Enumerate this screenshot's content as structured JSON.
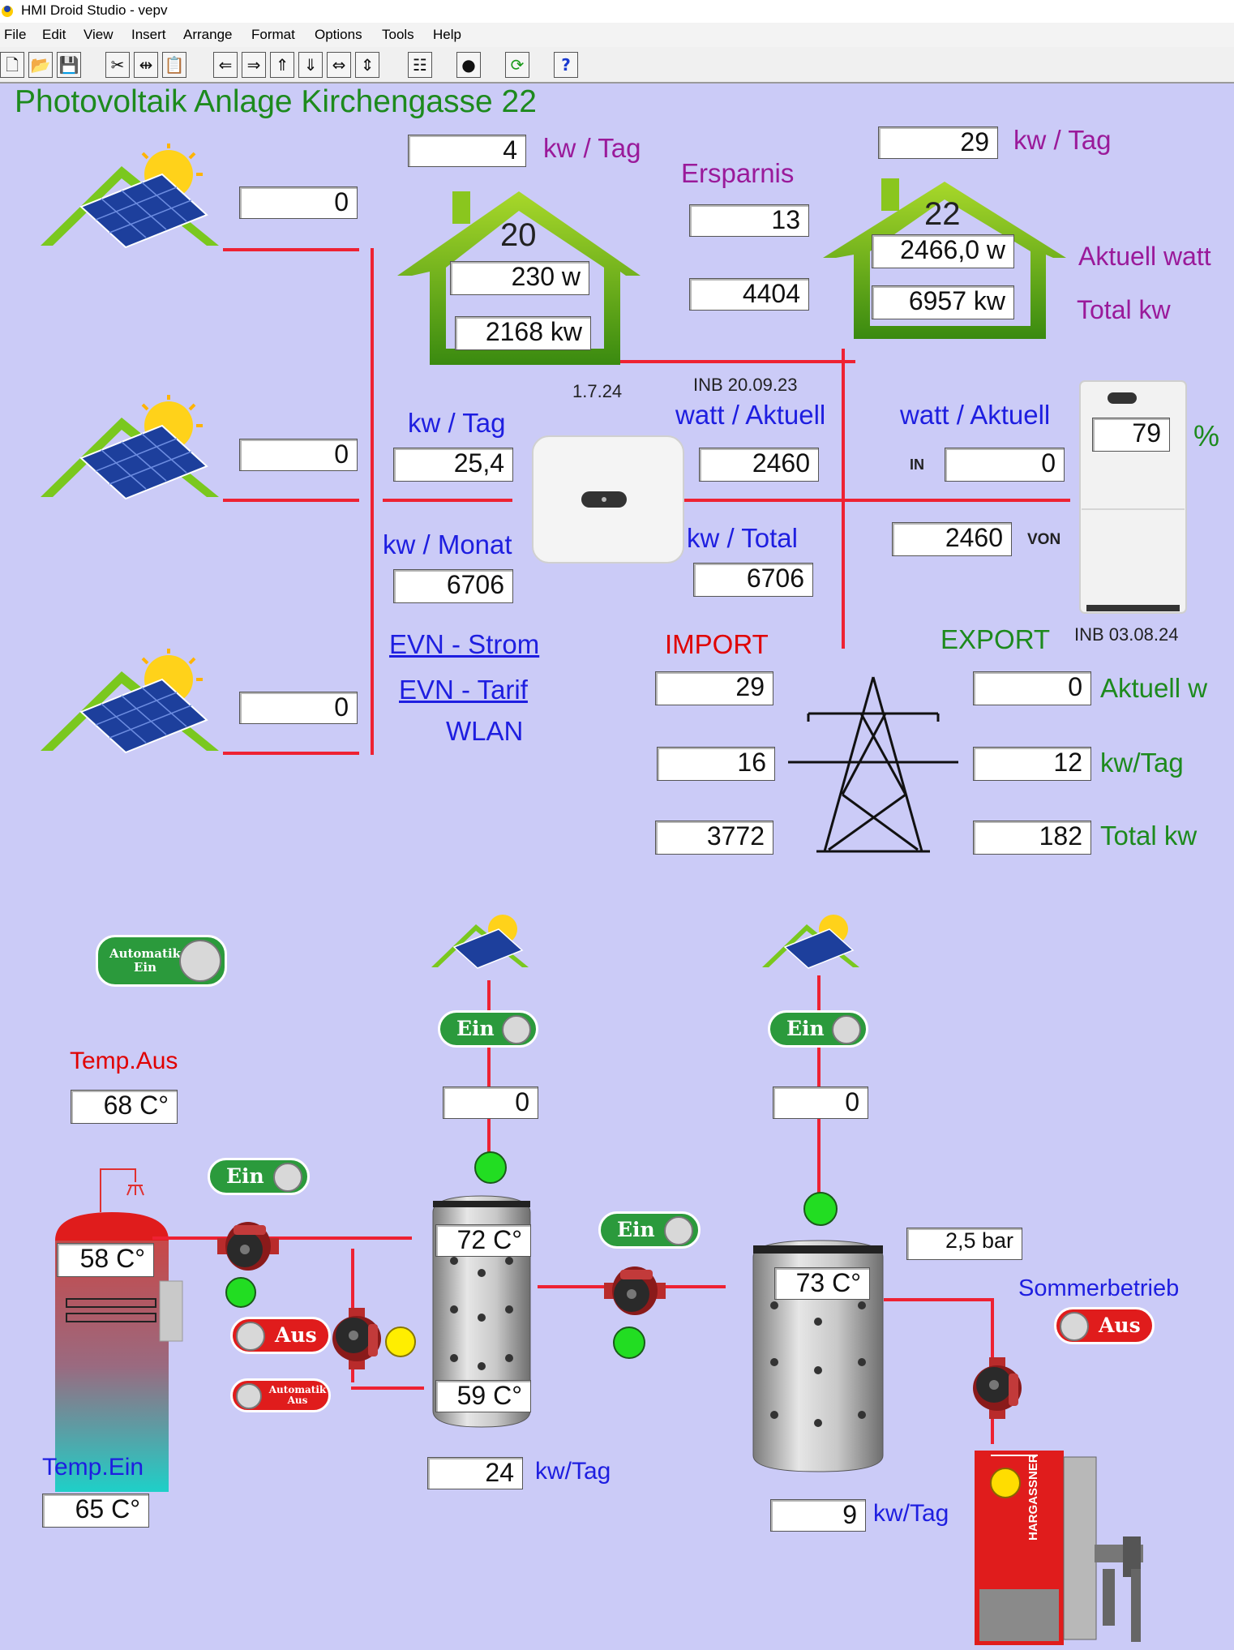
{
  "window": {
    "title": "HMI Droid Studio - vepv"
  },
  "menu": [
    "File",
    "Edit",
    "View",
    "Insert",
    "Arrange",
    "Format",
    "Options",
    "Tools",
    "Help"
  ],
  "toolbar_icons": [
    "new-file-icon",
    "open-folder-icon",
    "save-icon",
    "cut-icon",
    "mirror-icon",
    "paste-icon",
    "arrow-left-icon",
    "arrow-right-icon",
    "arrow-up-icon",
    "arrow-down-icon",
    "resize-horizontal-icon",
    "resize-vertical-icon",
    "properties-icon",
    "record-icon",
    "refresh-icon",
    "help-icon"
  ],
  "toolbar_help_glyph": "?",
  "page_title": "Photovoltaik Anlage Kirchengasse 22",
  "pv": {
    "panel_values": [
      "0",
      "0",
      "0"
    ],
    "house20": {
      "number": "20",
      "kw_tag": "4",
      "kw_tag_label": "kw / Tag",
      "watt": "230 w",
      "total": "2168 kw"
    },
    "house22": {
      "number": "22",
      "kw_tag": "29",
      "kw_tag_label": "kw / Tag",
      "watt": "2466,0 w",
      "total": "6957 kw",
      "aktuell_label": "Aktuell watt",
      "total_label": "Total kw"
    },
    "ersparnis": {
      "label": "Ersparnis",
      "value1": "13",
      "value2": "4404"
    },
    "inverter": {
      "date": "1.7.24",
      "inb_label": "INB 20.09.23",
      "kw_tag_label": "kw / Tag",
      "kw_tag": "25,4",
      "kw_monat_label": "kw / Monat",
      "kw_monat": "6706",
      "watt_label": "watt / Aktuell",
      "watt": "2460",
      "kw_total_label": "kw / Total",
      "kw_total": "6706"
    },
    "battery": {
      "watt_label": "watt / Aktuell",
      "in_label": "IN",
      "in_value": "0",
      "von_label": "VON",
      "von_value": "2460",
      "percent": "79",
      "percent_unit": "%",
      "inb_label": "INB 03.08.24"
    },
    "links": {
      "evn_strom": "EVN - Strom",
      "evn_tarif": "EVN - Tarif",
      "wlan": "WLAN"
    },
    "grid": {
      "import_label": "IMPORT",
      "import_values": [
        "29",
        "16",
        "3772"
      ],
      "export_label": "EXPORT",
      "export_values": [
        "0",
        "12",
        "182"
      ],
      "export_units": [
        "Aktuell w",
        "kw/Tag",
        "Total kw"
      ]
    }
  },
  "heating": {
    "automatik_ein": "Automatik Ein",
    "temp_aus_label": "Temp.Aus",
    "temp_aus": "68 C°",
    "temp_ein_label": "Temp.Ein",
    "temp_ein": "65 C°",
    "boiler_temp": "58 C°",
    "pump1_label": "Ein",
    "aus_label": "Aus",
    "automatik_aus": "Automatik Aus",
    "tank1": {
      "toggle": "Ein",
      "value": "0",
      "top": "72 C°",
      "bottom": "59 C°",
      "kw_tag": "24",
      "kw_tag_label": "kw/Tag"
    },
    "pump2_label": "Ein",
    "tank2": {
      "toggle": "Ein",
      "value": "0",
      "top": "73 C°",
      "kw_tag": "9",
      "kw_tag_label": "kw/Tag"
    },
    "pressure": "2,5 bar",
    "sommerbetrieb_label": "Sommerbetrieb",
    "sommer_aus": "Aus",
    "furnace_brand": "HARGASSNER"
  },
  "colors": {
    "background": "#cbcbf7",
    "pipe": "#ee2233",
    "title": "#1d8a1d",
    "purple": "#9a1a9a",
    "blue": "#1e1ee0"
  }
}
